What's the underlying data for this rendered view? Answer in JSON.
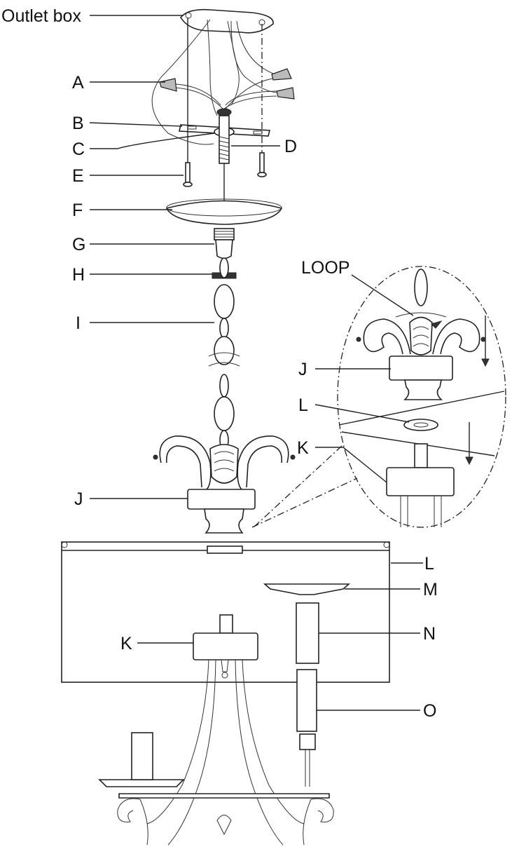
{
  "labels": {
    "outlet_box": "Outlet box",
    "a": "A",
    "b": "B",
    "c": "C",
    "d": "D",
    "e": "E",
    "f": "F",
    "g": "G",
    "h": "H",
    "i": "I",
    "j": "J",
    "k": "K",
    "l": "L",
    "m": "M",
    "n": "N",
    "o": "O",
    "loop": "LOOP",
    "detail_j": "J",
    "detail_l": "L",
    "detail_k": "K"
  }
}
